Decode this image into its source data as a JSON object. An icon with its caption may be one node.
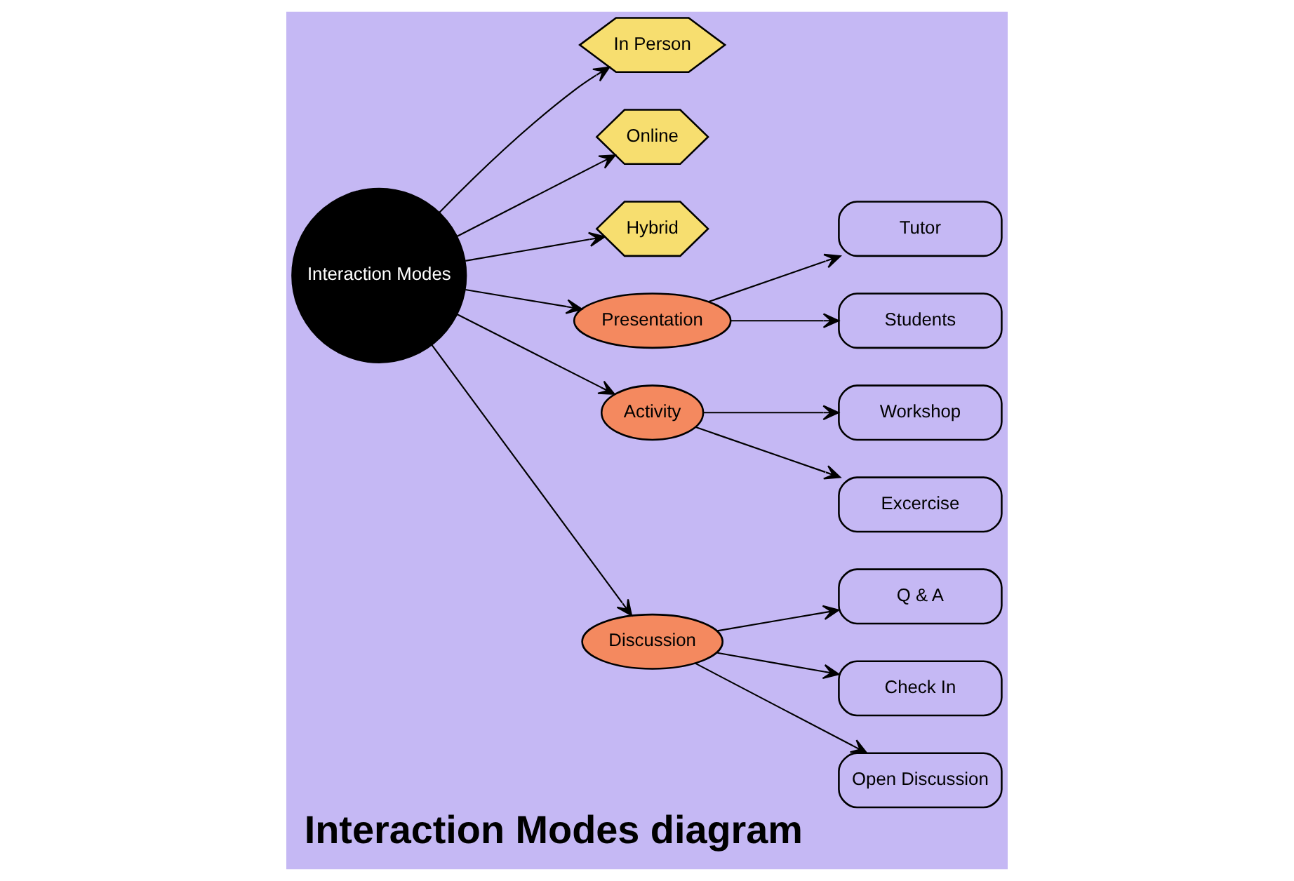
{
  "diagram": {
    "title": "Interaction Modes diagram",
    "nodes": [
      {
        "text": [
          "Interaction Modes"
        ]
      },
      {
        "text": [
          "In Person"
        ]
      },
      {
        "text": [
          "Online"
        ]
      },
      {
        "text": [
          "Hybrid"
        ]
      },
      {
        "text": [
          "Presentation"
        ]
      },
      {
        "text": [
          "Activity"
        ]
      },
      {
        "text": [
          "Discussion"
        ]
      },
      {
        "text": [
          "Tutor"
        ]
      },
      {
        "text": [
          "Students"
        ]
      },
      {
        "text": [
          "Workshop"
        ]
      },
      {
        "text": [
          "Excercise"
        ]
      },
      {
        "text": [
          "Q & A"
        ]
      },
      {
        "text": [
          "Check In"
        ]
      },
      {
        "text": [
          "Open Discussion"
        ]
      }
    ],
    "edges": [
      {
        "from": 0,
        "to": 1,
        "arrow": "to"
      },
      {
        "from": 0,
        "to": 2,
        "arrow": "to"
      },
      {
        "from": 0,
        "to": 3,
        "arrow": "to"
      },
      {
        "from": 0,
        "to": 4,
        "arrow": "to"
      },
      {
        "from": 0,
        "to": 5,
        "arrow": "to"
      },
      {
        "from": 0,
        "to": 6,
        "arrow": "to"
      },
      {
        "from": 4,
        "to": 7,
        "arrow": "to"
      },
      {
        "from": 4,
        "to": 8,
        "arrow": "to"
      },
      {
        "from": 5,
        "to": 9,
        "arrow": "to"
      },
      {
        "from": 5,
        "to": 10,
        "arrow": "to"
      },
      {
        "from": 6,
        "to": 11,
        "arrow": "to"
      },
      {
        "from": 6,
        "to": 12,
        "arrow": "to"
      },
      {
        "from": 6,
        "to": 13,
        "arrow": "to"
      }
    ]
  }
}
